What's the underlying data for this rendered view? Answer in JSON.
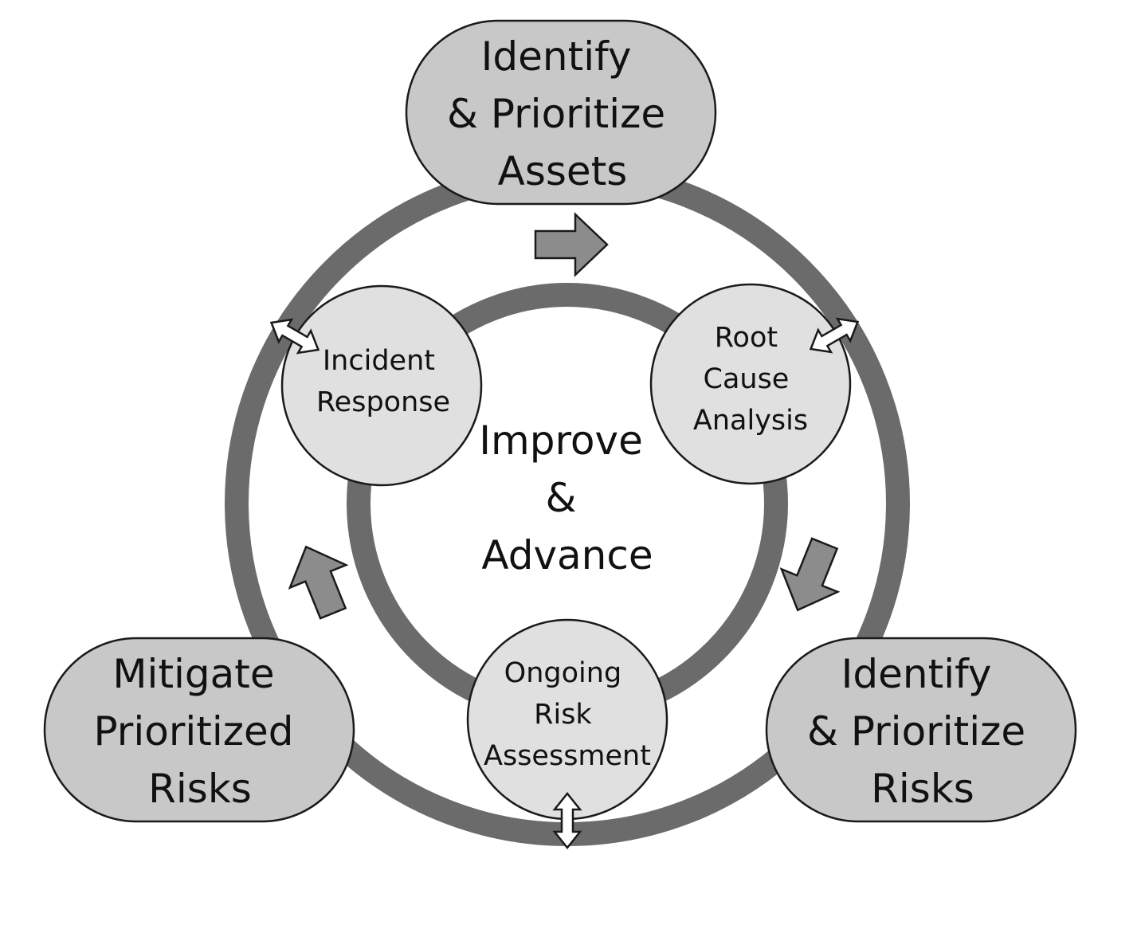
{
  "center": {
    "lines": [
      "Improve",
      "&",
      "Advance"
    ]
  },
  "outer_stages": {
    "top": {
      "lines": [
        "Identify",
        "& Prioritize",
        "Assets"
      ]
    },
    "bottom_right": {
      "lines": [
        "Identify",
        "& Prioritize",
        "Risks"
      ]
    },
    "bottom_left": {
      "lines": [
        "Mitigate",
        "Prioritized",
        "Risks"
      ]
    }
  },
  "inner_stages": {
    "upper_left": {
      "lines": [
        "Incident",
        "Response"
      ]
    },
    "upper_right": {
      "lines": [
        "Root",
        "Cause",
        "Analysis"
      ]
    },
    "bottom": {
      "lines": [
        "Ongoing",
        "Risk",
        "Assessment"
      ]
    }
  },
  "colors": {
    "ring": "#6b6b6b",
    "outer_fill": "#c8c8c8",
    "inner_fill": "#e0e0e0",
    "flow_arrow": "#8c8c8c",
    "link_arrow": "#ffffff",
    "stroke": "#1a1a1a"
  },
  "icons": {
    "flow_arrow": "block-arrow-icon",
    "link_arrow": "double-headed-arrow-icon"
  }
}
